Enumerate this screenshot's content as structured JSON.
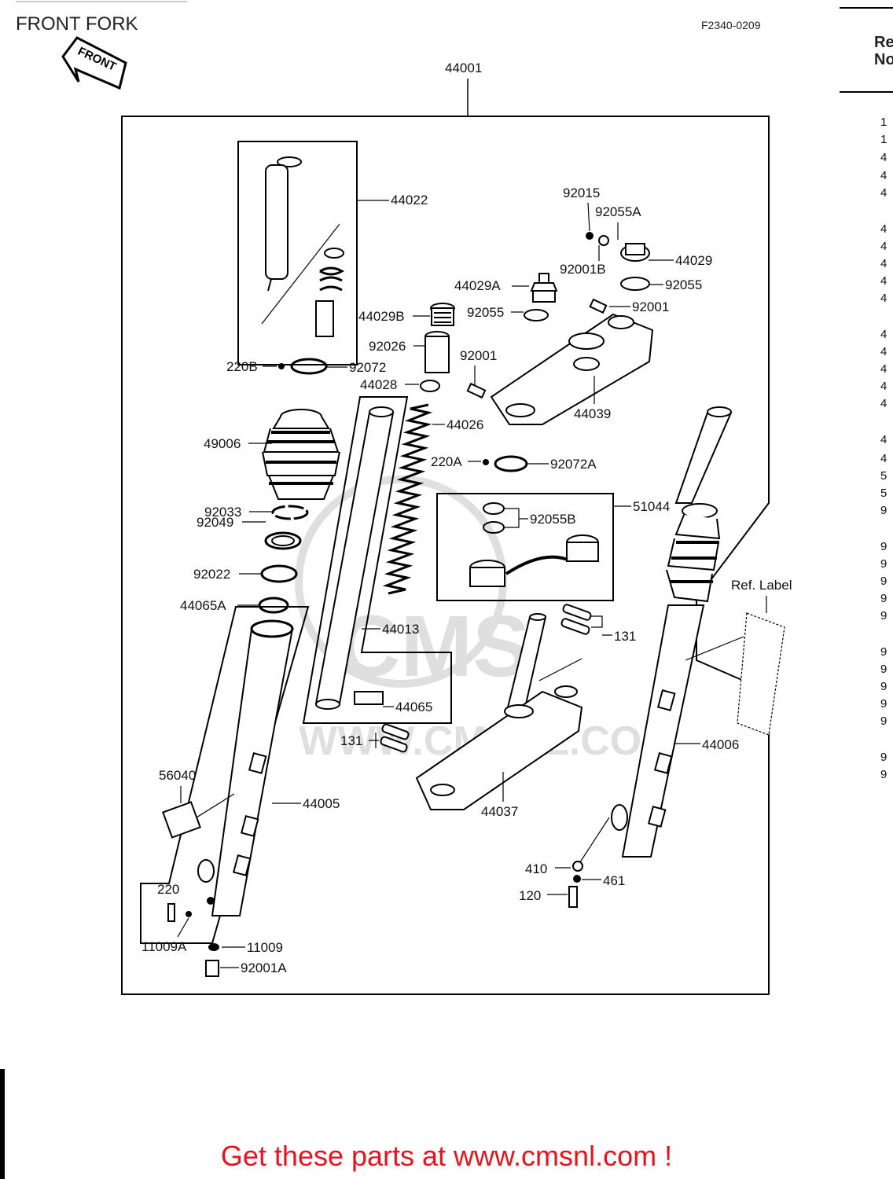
{
  "header": {
    "title": "FRONT FORK",
    "code": "F2340-0209",
    "front_badge": "FRONT",
    "ref_header_1": "Re",
    "ref_header_2": "No"
  },
  "watermark": "CMS",
  "watermark_url": "WWW.CMSNL.COM",
  "labels": {
    "l44001": "44001",
    "l44022": "44022",
    "l92015": "92015",
    "l92055A": "92055A",
    "l44029": "44029",
    "l92001B": "92001B",
    "l44029A": "44029A",
    "l92055a": "92055",
    "l92055b": "92055",
    "l92001": "92001",
    "l44029B": "44029B",
    "l92026": "92026",
    "l92001b": "92001",
    "l220B": "220B",
    "l92072": "92072",
    "l44028": "44028",
    "l44039": "44039",
    "l44026": "44026",
    "l49006": "49006",
    "l220A": "220A",
    "l92072A": "92072A",
    "l51044": "51044",
    "l92055B": "92055B",
    "l92033": "92033",
    "l92049": "92049",
    "l92022": "92022",
    "l44065A": "44065A",
    "l44013": "44013",
    "l131a": "131",
    "lRef": "Ref. Label",
    "l44065": "44065",
    "l131b": "131",
    "l44006": "44006",
    "l56040": "56040",
    "l44005": "44005",
    "l44037": "44037",
    "l410": "410",
    "l461": "461",
    "l120": "120",
    "l220": "220",
    "l11009A": "11009A",
    "l11009": "11009",
    "l92001A": "92001A"
  },
  "ref_column": [
    "1",
    "1",
    "4",
    "4",
    "4",
    "4",
    "4",
    "4",
    "4",
    "4",
    "4",
    "4",
    "4",
    "4",
    "4",
    "4",
    "4",
    "5",
    "5",
    "9",
    "9",
    "9",
    "9",
    "9",
    "9",
    "9",
    "9",
    "9",
    "9",
    "9",
    "9",
    "9"
  ],
  "promo": "Get these parts at www.cmsnl.com !",
  "colors": {
    "promo": "#e8141c",
    "ink": "#111111"
  }
}
